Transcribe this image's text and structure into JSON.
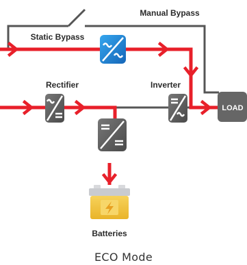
{
  "labels": {
    "manual_bypass": "Manual Bypass",
    "static_bypass": "Static Bypass",
    "rectifier": "Rectifier",
    "inverter": "Inverter",
    "load": "LOAD",
    "batteries": "Batteries"
  },
  "caption": "ECO Mode",
  "colors": {
    "power_flow": "#e8202a",
    "idle_line": "#555555",
    "static_switch": "#1e7fd0",
    "converter": "#5a5a5a",
    "load_box": "#666666",
    "battery_body": "#f3c23a",
    "battery_top": "#c9cbcf"
  }
}
